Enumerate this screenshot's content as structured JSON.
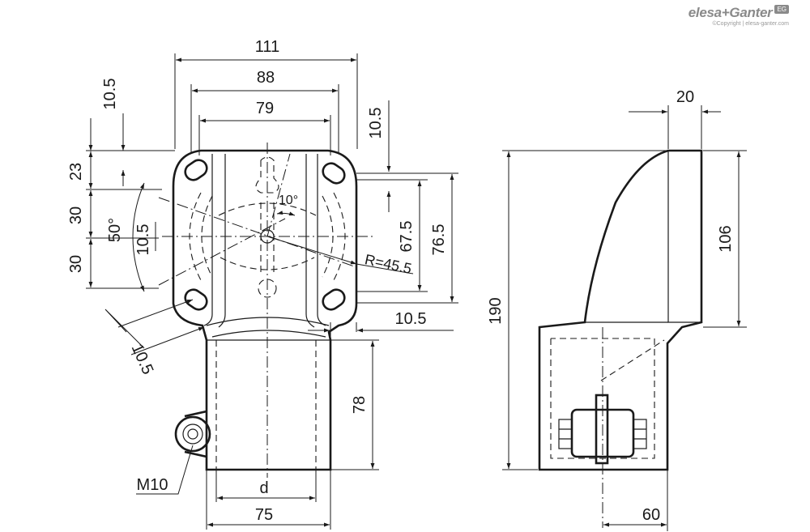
{
  "brand": {
    "name": "elesa+Ganter",
    "badge": "EG",
    "copyright": "©Copyright | elesa-ganter.com"
  },
  "front_view": {
    "dims": {
      "width_111": "111",
      "width_88": "88",
      "width_79": "79",
      "left_10_5": "10.5",
      "right_10_5": "10.5",
      "h_23": "23",
      "h_30_top": "30",
      "h_30_bottom": "30",
      "angle_50": "50°",
      "slot_10_5": "10.5",
      "angle_10": "10°",
      "h_67_5": "67.5",
      "h_76_5": "76.5",
      "radius": "R=45.5",
      "bottom_right_10_5": "10.5",
      "diag_10_5": "10.5",
      "h_78": "78",
      "thread": "M10",
      "d": "d",
      "width_75": "75"
    }
  },
  "side_view": {
    "dims": {
      "thickness_20": "20",
      "height_106": "106",
      "height_190": "190",
      "width_60": "60"
    }
  }
}
